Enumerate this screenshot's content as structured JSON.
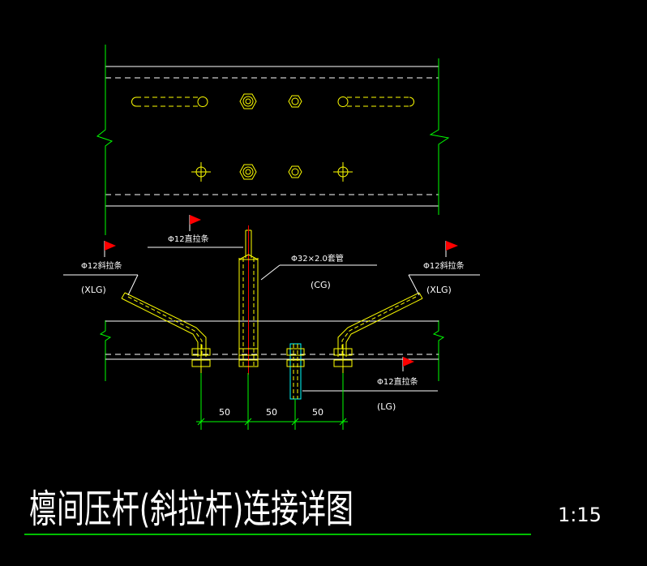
{
  "drawing": {
    "title": "檩间压杆(斜拉杆)连接详图",
    "scale": "1:15",
    "labels": {
      "top_rod": "Φ12直拉条",
      "tube": "Φ32×2.0套管",
      "tube_code": "(CG)",
      "left_rod": "Φ12斜拉条",
      "left_code": "(XLG)",
      "right_rod": "Φ12斜拉条",
      "right_code": "(XLG)",
      "bottom_rod": "Φ12直拉条",
      "bottom_code": "(LG)"
    },
    "dimensions": [
      "50",
      "50",
      "50"
    ],
    "colors": {
      "background": "#000000",
      "structure": "#ffffff",
      "break_line": "#00ff00",
      "bolt": "#ffff00",
      "rod": "#ffff00",
      "tube_core": "#ff0000",
      "leader": "#ffffff",
      "flag": "#ff0000",
      "rod_secondary": "#00ffff"
    }
  }
}
